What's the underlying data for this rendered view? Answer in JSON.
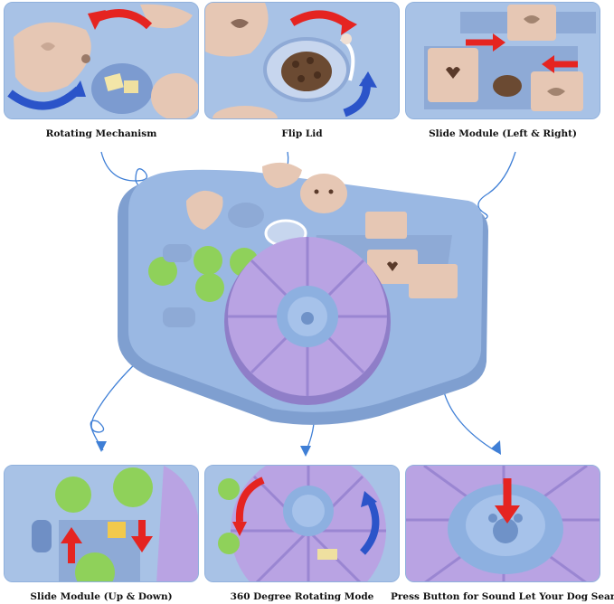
{
  "captions": {
    "rotating_mechanism": "Rotating Mechanism",
    "flip_lid": "Flip Lid",
    "slide_module_lr": "Slide Module (Left & Right)",
    "slide_module_ud": "Slide Module (Up & Down)",
    "rotating_mode": "360 Degree Rotating Mode",
    "press_button": "Press Button for Sound Let Your Dog Search!"
  },
  "colors": {
    "board_blue": "#9ab8e3",
    "board_edge": "#7f9fd0",
    "lid_beige": "#e6c7b4",
    "wheel_purple": "#b9a3e3",
    "paw_green": "#8fd15a",
    "arrow_red": "#e52421",
    "arrow_blue": "#2b54c9",
    "connector_blue": "#3f7fd6"
  }
}
